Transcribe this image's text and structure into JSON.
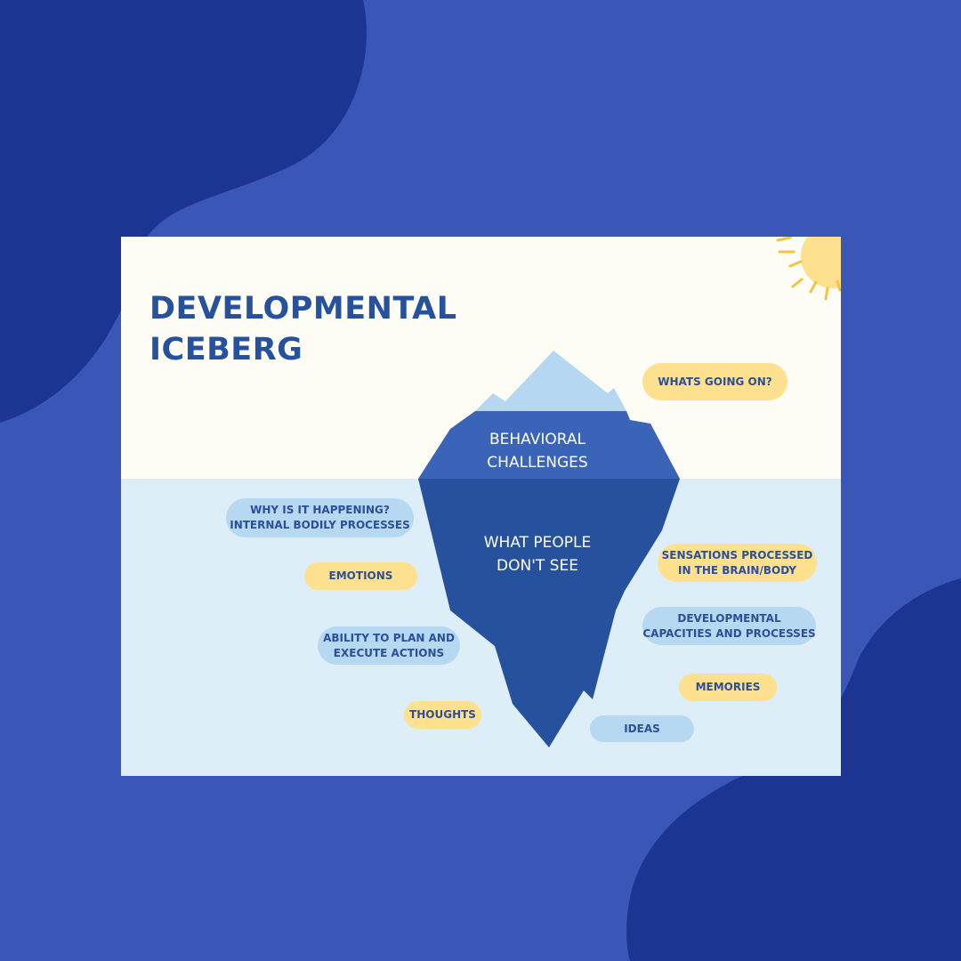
{
  "title": {
    "line1": "DEVELOPMENTAL",
    "line2": "ICEBERG"
  },
  "iceberg": {
    "above_line1": "BEHAVIORAL",
    "above_line2": "CHALLENGES",
    "below_line1": "WHAT PEOPLE",
    "below_line2": "DON'T SEE"
  },
  "labels": {
    "whats_going_on": "WHATS GOING ON?",
    "why_line1": "WHY IS IT HAPPENING?",
    "why_line2": "INTERNAL BODILY PROCESSES",
    "emotions": "EMOTIONS",
    "ability_line1": "ABILITY TO PLAN AND",
    "ability_line2": "EXECUTE ACTIONS",
    "thoughts": "THOUGHTS",
    "sensations_line1": "SENSATIONS PROCESSED",
    "sensations_line2": "IN THE BRAIN/BODY",
    "developmental_line1": "DEVELOPMENTAL",
    "developmental_line2": "CAPACITIES AND PROCESSES",
    "memories": "MEMORIES",
    "ideas": "IDEAS"
  },
  "colors": {
    "background": "#3a56b6",
    "blob": "#1c3593",
    "card": "#fdfcf5",
    "water": "#ddeef8",
    "iceberg_tip": "#b5d7f1",
    "iceberg_middle": "#3a64b8",
    "iceberg_underwater": "#26519c",
    "title": "#26519c",
    "sun": "#fde18e",
    "sun_rays": "#f2c440",
    "pill_yellow": "#fde18e",
    "pill_blue": "#b7d8f1"
  }
}
